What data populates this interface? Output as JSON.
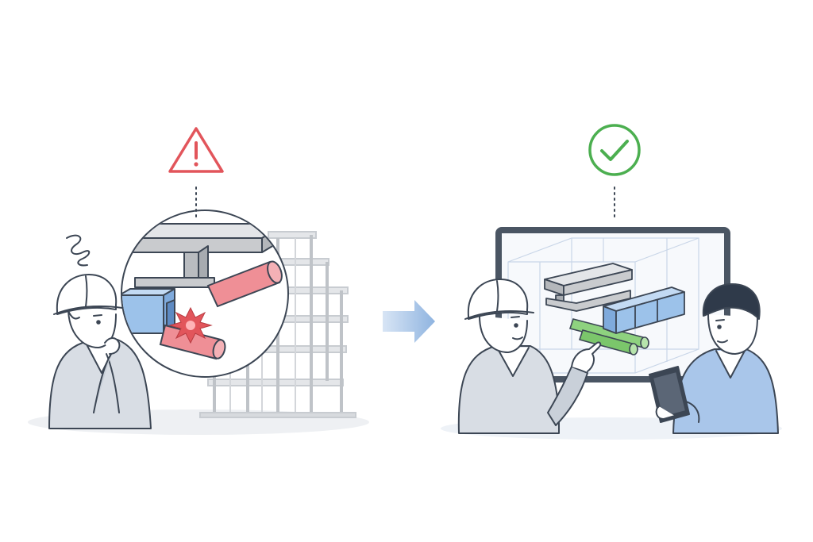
{
  "illustration": {
    "colors": {
      "warning": "#e2555b",
      "success": "#4caf50",
      "arrow": "#9bbde4",
      "duct": "#9cc2ea",
      "pipe_clash": "#ef8f96",
      "pipe_ok": "#8ed27f",
      "beam": "#c9cbce",
      "outline": "#3c4654",
      "shirt": "#d8dde4",
      "shirt_blue": "#a9c6ea",
      "skin": "#ffffff",
      "building": "#cfd2d6",
      "monitor": "#4a5563"
    },
    "icons": {
      "left": "warning-triangle-icon",
      "right": "checkmark-circle-icon",
      "middle": "arrow-right-icon",
      "confusion": "scribble-confusion-icon"
    },
    "scenes": [
      {
        "id": "clash",
        "status": "warning"
      },
      {
        "id": "resolved",
        "status": "success"
      }
    ]
  }
}
